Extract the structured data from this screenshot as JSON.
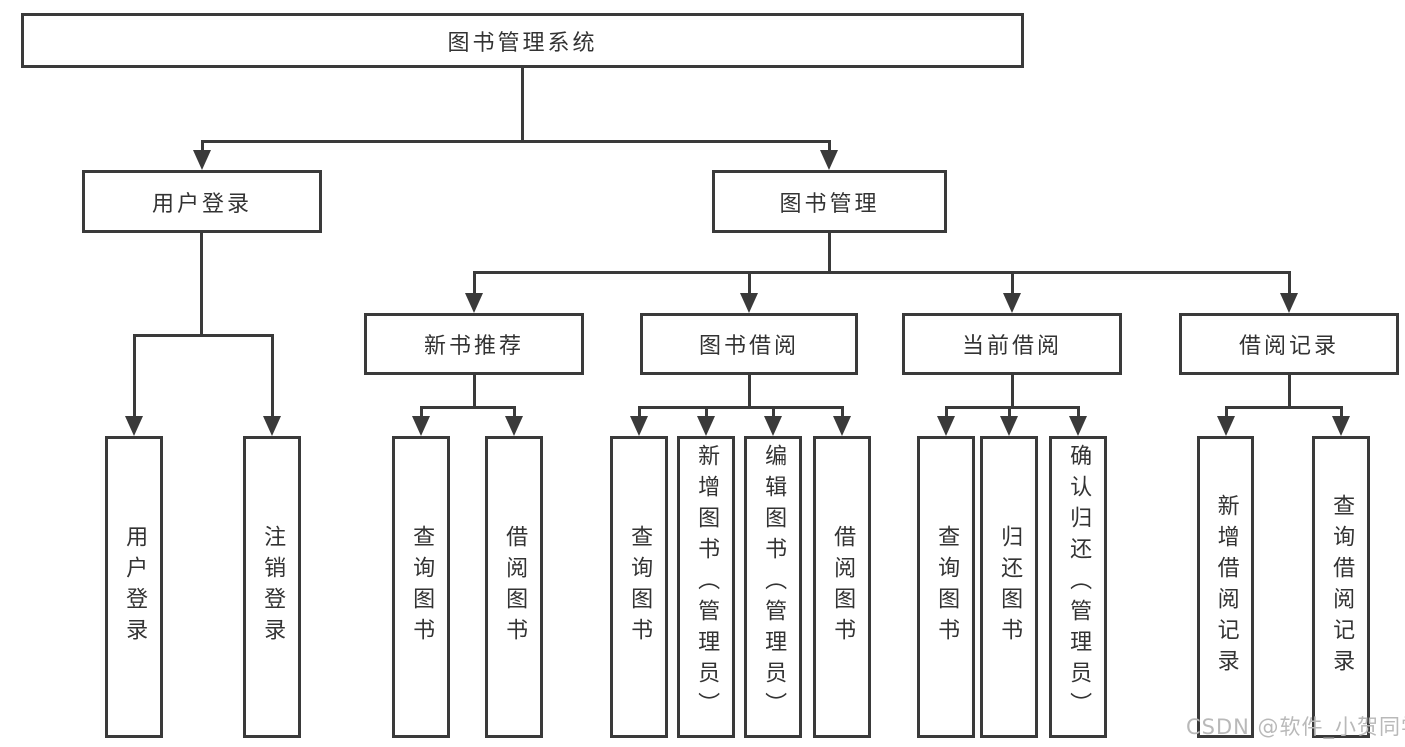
{
  "diagram": {
    "title": "图书管理系统",
    "root": {
      "label": "图书管理系统"
    },
    "level2": {
      "user_login": {
        "label": "用户登录"
      },
      "book_management": {
        "label": "图书管理"
      }
    },
    "level3": {
      "new_book_recommend": {
        "label": "新书推荐"
      },
      "book_borrow": {
        "label": "图书借阅"
      },
      "current_borrow": {
        "label": "当前借阅"
      },
      "borrow_records": {
        "label": "借阅记录"
      }
    },
    "leaves": {
      "login": "用户登录",
      "logout": "注销登录",
      "recommend_query_book": "查询图书",
      "recommend_borrow_book": "借阅图书",
      "borrow_query_book": "查询图书",
      "borrow_add_book_admin": "新增图书（管理员）",
      "borrow_edit_book_admin": "编辑图书（管理员）",
      "borrow_borrow_book": "借阅图书",
      "current_query_book": "查询图书",
      "current_return_book": "归还图书",
      "current_confirm_return_admin": "确认归还（管理员）",
      "records_add_record": "新增借阅记录",
      "records_query_record": "查询借阅记录"
    }
  },
  "watermark": {
    "text": "CSDN @软件_小贺同学"
  },
  "colors": {
    "stroke": "#3a3a3a",
    "text": "#333333",
    "watermark": "#b9b9b9",
    "background": "#ffffff"
  }
}
